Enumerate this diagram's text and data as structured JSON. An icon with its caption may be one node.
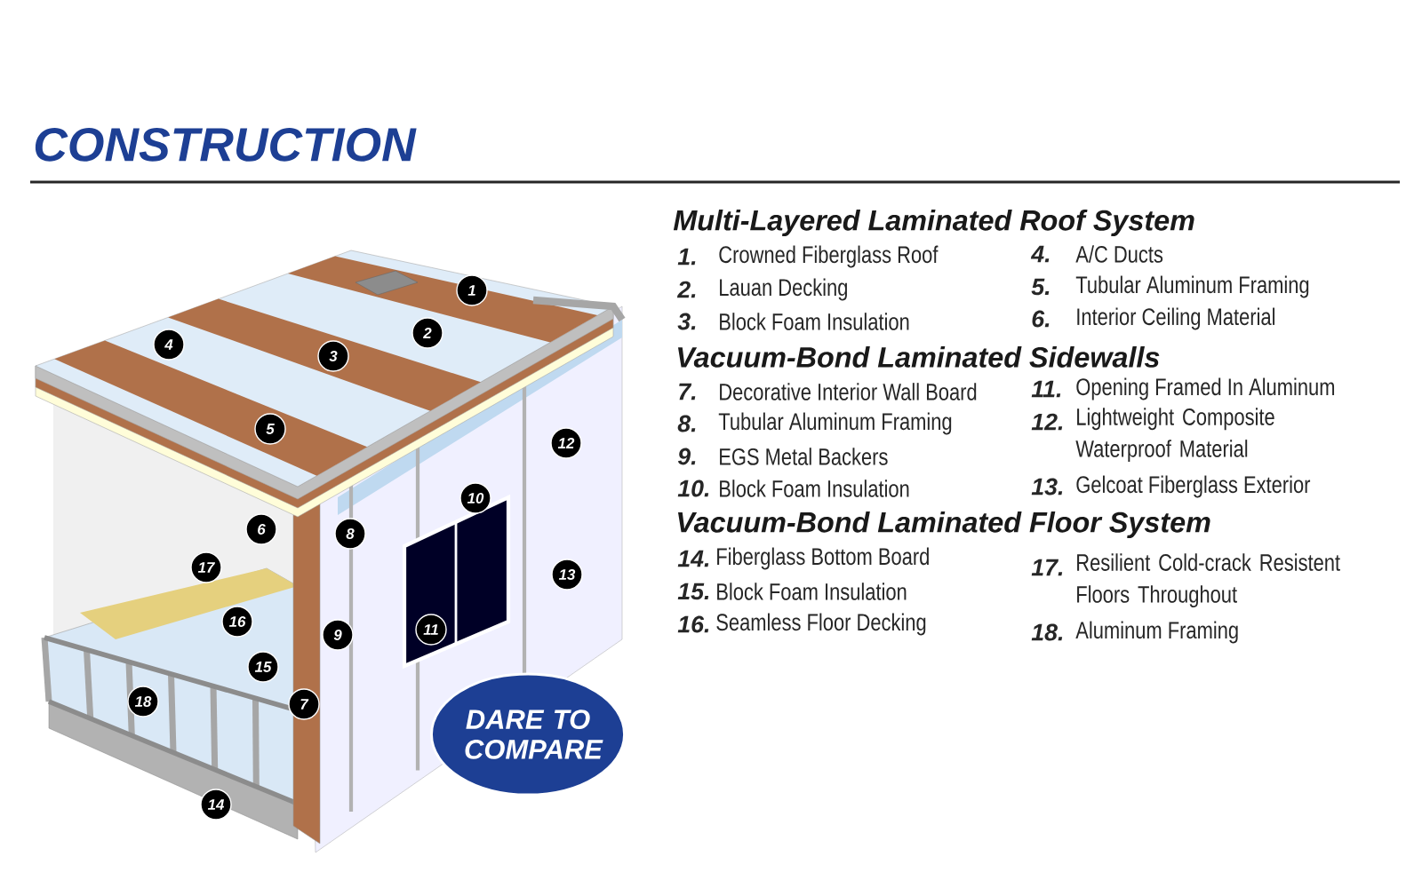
{
  "diagram": {
    "title": "CONSTRUCTION",
    "nodes": [
      {
        "text": [
          "1"
        ]
      },
      {
        "text": [
          "2"
        ]
      },
      {
        "text": [
          "3"
        ]
      },
      {
        "text": [
          "4"
        ]
      },
      {
        "text": [
          "5"
        ]
      },
      {
        "text": [
          "6"
        ]
      },
      {
        "text": [
          "7"
        ]
      },
      {
        "text": [
          "8"
        ]
      },
      {
        "text": [
          "9"
        ]
      },
      {
        "text": [
          "10"
        ]
      },
      {
        "text": [
          "11"
        ]
      },
      {
        "text": [
          "12"
        ]
      },
      {
        "text": [
          "13"
        ]
      },
      {
        "text": [
          "14"
        ]
      },
      {
        "text": [
          "15"
        ]
      },
      {
        "text": [
          "16"
        ]
      },
      {
        "text": [
          "17"
        ]
      },
      {
        "text": [
          "18"
        ]
      },
      {
        "text": [
          "DARE TO COMPARE"
        ]
      }
    ],
    "labels": [
      "Multi-Layered Laminated Roof System",
      "1.",
      "Crowned Fiberglass Roof",
      "4.",
      "A/C Ducts",
      "2.",
      "Lauan Decking",
      "5.",
      "Tubular Aluminum Framing",
      "3.",
      "Block Foam Insulation",
      "6.",
      "Interior Ceiling Material",
      "Vacuum-Bond Laminated Sidewalls",
      "7.",
      "Decorative Interior Wall Board",
      "11.",
      "Opening Framed In Aluminum",
      "8.",
      "Tubular Aluminum Framing",
      "12.",
      "Lightweight Composite Waterproof Material",
      "9.",
      "EGS Metal Backers",
      "10.",
      "Block Foam Insulation",
      "13.",
      "Gelcoat Fiberglass Exterior",
      "Vacuum-Bond Laminated Floor System",
      "14.",
      "Fiberglass Bottom Board",
      "17.",
      "Resilient Cold-crack Resistent Floors Throughout",
      "15.",
      "Block Foam Insulation",
      "16.",
      "Seamless Floor Decking",
      "18.",
      "Aluminum Framing"
    ]
  }
}
